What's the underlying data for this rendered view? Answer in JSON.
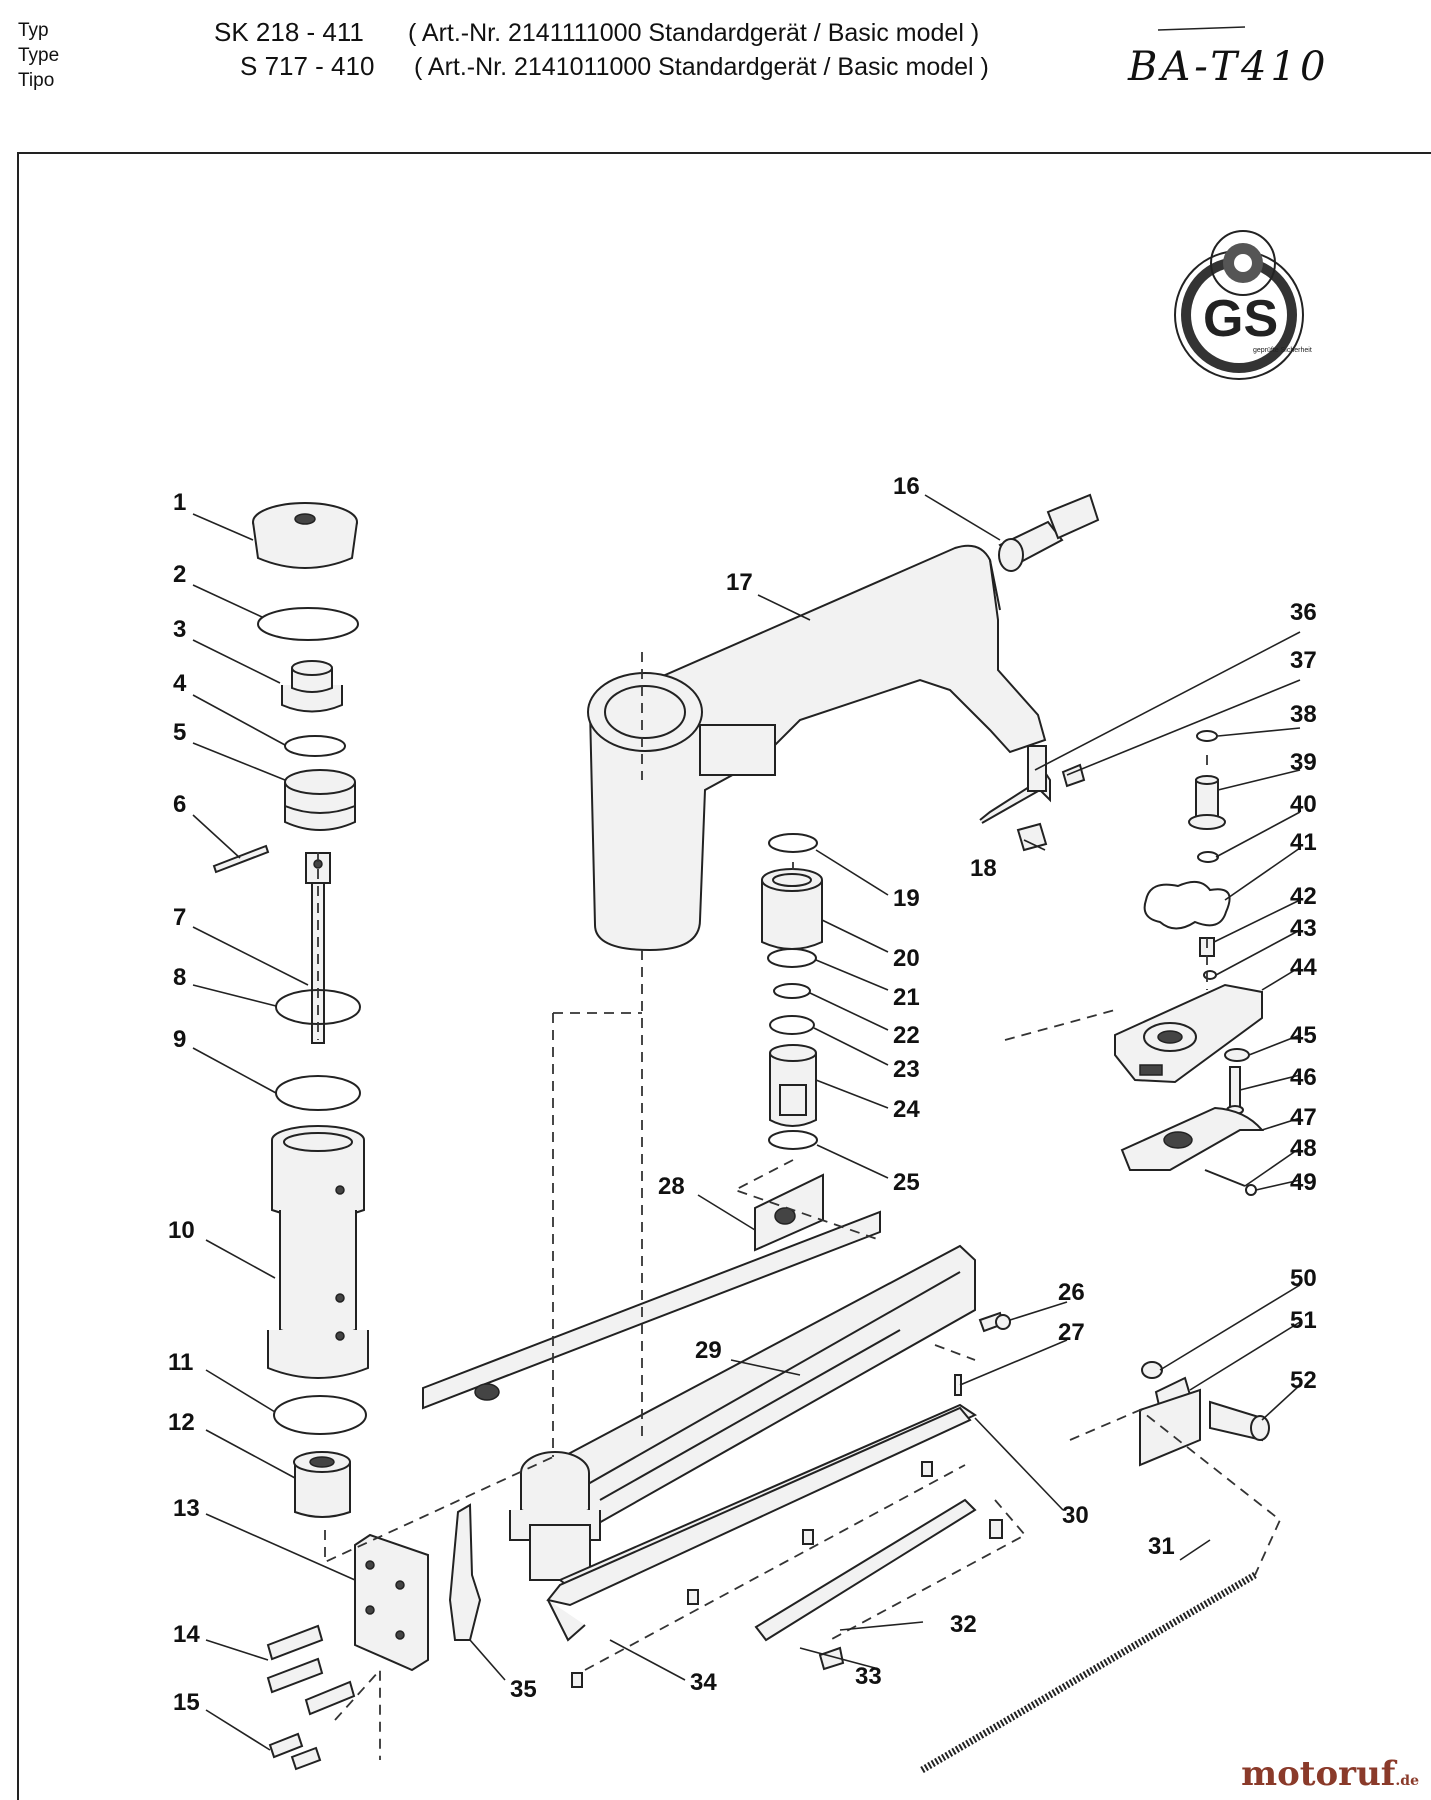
{
  "header": {
    "type_labels": [
      "Typ",
      "Type",
      "Tipo"
    ],
    "models": [
      {
        "code": "SK 218 - 411",
        "desc": "( Art.-Nr. 2141111000 Standardgerät / Basic model )"
      },
      {
        "code": "S 717 - 410",
        "desc": "( Art.-Nr. 2141011000 Standardgerät / Basic model )"
      }
    ],
    "handwritten": "BA-T410"
  },
  "certification_mark": {
    "icon": "gs-safety-mark-icon",
    "lettering": [
      "GS",
      "geprüfte Sicherheit"
    ]
  },
  "callouts": [
    "1",
    "2",
    "3",
    "4",
    "5",
    "6",
    "7",
    "8",
    "9",
    "10",
    "11",
    "12",
    "13",
    "14",
    "15",
    "16",
    "17",
    "18",
    "19",
    "20",
    "21",
    "22",
    "23",
    "24",
    "25",
    "26",
    "27",
    "28",
    "29",
    "30",
    "31",
    "32",
    "33",
    "34",
    "35",
    "36",
    "37",
    "38",
    "39",
    "40",
    "41",
    "42",
    "43",
    "44",
    "45",
    "46",
    "47",
    "48",
    "49",
    "50",
    "51",
    "52"
  ],
  "watermark": {
    "brand": "motoruf",
    "tld": ".de"
  },
  "colors": {
    "ink": "#222222",
    "watermark": "#8a3a2a"
  }
}
